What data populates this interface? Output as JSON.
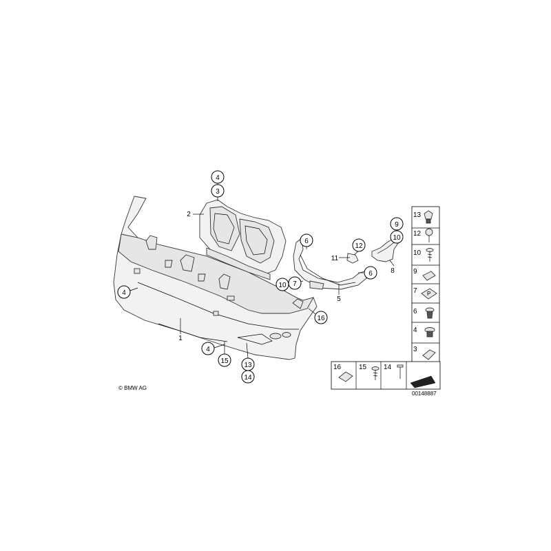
{
  "copyright": "© BMW AG",
  "diagram_number": "00148887",
  "callouts": {
    "c1": "1",
    "c2": "2",
    "c3": "3",
    "c4a": "4",
    "c4b": "4",
    "c4c": "4",
    "c5": "5",
    "c6a": "6",
    "c6b": "6",
    "c7": "7",
    "c8": "8",
    "c9": "9",
    "c10a": "10",
    "c10b": "10",
    "c11": "11",
    "c12": "12",
    "c13": "13",
    "c14": "14",
    "c15": "15",
    "c16": "16"
  },
  "legend": {
    "items": [
      "13",
      "12",
      "10",
      "9",
      "7",
      "6",
      "4",
      "3"
    ],
    "bottom_items": [
      "16",
      "15",
      "14"
    ],
    "clip7_marking": "P"
  }
}
